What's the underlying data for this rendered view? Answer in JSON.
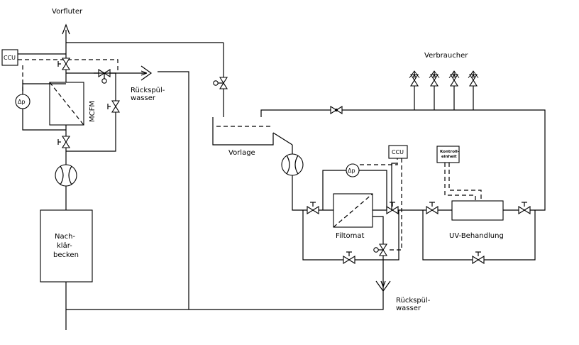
{
  "labels": {
    "vorfluter": "Vorfluter",
    "ccu_left": "CCU",
    "ccu_right": "CCU",
    "dp_left": "Δp",
    "dp_right": "Δp",
    "mcfm": "MCFM",
    "rueckspuel_top_1": "Rückspül-",
    "rueckspuel_top_2": "wasser",
    "rueckspuel_bottom_1": "Rückspül-",
    "rueckspuel_bottom_2": "wasser",
    "verbraucher": "Verbraucher",
    "vorlage": "Vorlage",
    "filtomat": "Filtomat",
    "uv": "UV-Behandlung",
    "kontroll_1": "Kontroll-",
    "kontroll_2": "einheit",
    "nach_1": "Nach-",
    "nach_2": "klär-",
    "nach_3": "becken"
  }
}
